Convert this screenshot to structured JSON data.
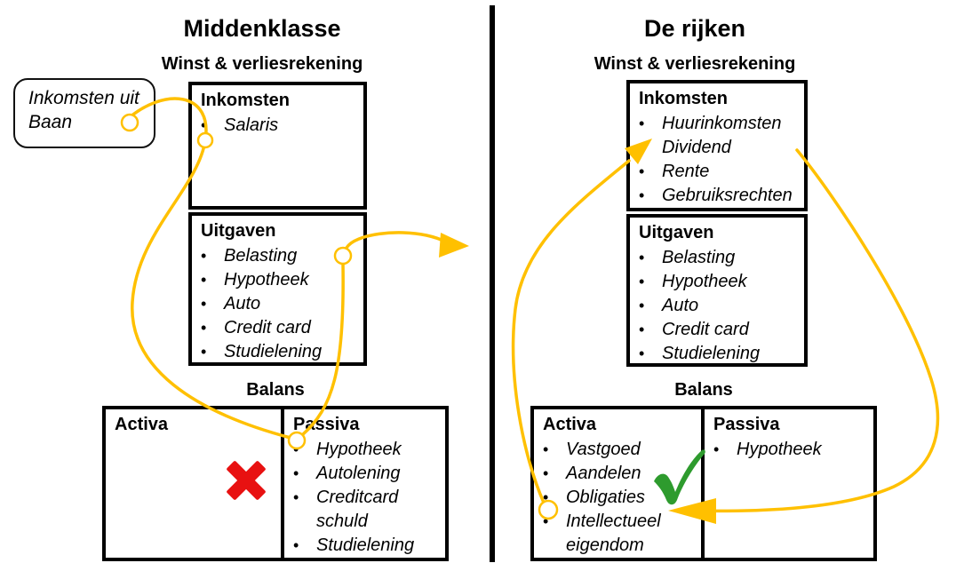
{
  "colors": {
    "arrow": "#FFC000",
    "cross": "#E81111",
    "check": "#2E9B2E",
    "box_border": "#000000"
  },
  "left": {
    "title": "Middenklasse",
    "subtitle": "Winst & verliesrekening",
    "callout_text": "Inkomsten uit Baan",
    "income": {
      "header": "Inkomsten",
      "items": [
        "Salaris"
      ]
    },
    "expenses": {
      "header": "Uitgaven",
      "items": [
        "Belasting",
        "Hypotheek",
        "Auto",
        "Credit card",
        "Studielening"
      ]
    },
    "balance_label": "Balans",
    "assets": {
      "header": "Activa",
      "items": []
    },
    "liabilities": {
      "header": "Passiva",
      "items": [
        "Hypotheek",
        "Autolening",
        "Creditcard schuld",
        "Studielening"
      ]
    }
  },
  "right": {
    "title": "De rijken",
    "subtitle": "Winst & verliesrekening",
    "income": {
      "header": "Inkomsten",
      "items": [
        "Huurinkomsten",
        "Dividend",
        "Rente",
        "Gebruiksrechten"
      ]
    },
    "expenses": {
      "header": "Uitgaven",
      "items": [
        "Belasting",
        "Hypotheek",
        "Auto",
        "Credit card",
        "Studielening"
      ]
    },
    "balance_label": "Balans",
    "assets": {
      "header": "Activa",
      "items": [
        "Vastgoed",
        "Aandelen",
        "Obligaties",
        "Intellectueel eigendom"
      ]
    },
    "liabilities": {
      "header": "Passiva",
      "items": [
        "Hypotheek"
      ]
    }
  }
}
